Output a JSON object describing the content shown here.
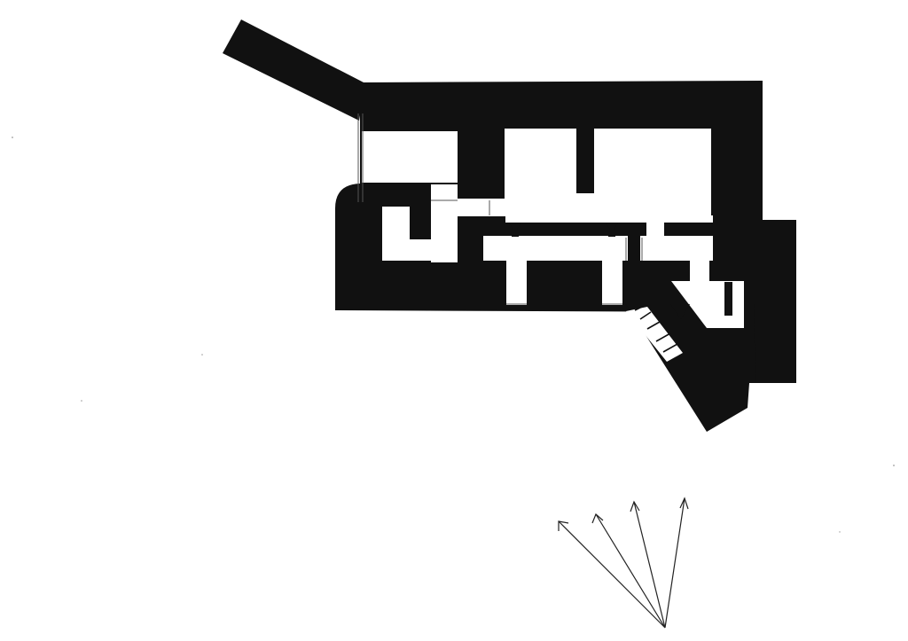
{
  "figure": {
    "type": "architectural-floor-plan",
    "walls_color": "#111111",
    "background_color": "#ffffff",
    "room_count": 13,
    "stair_steps": 4,
    "orientation_arrows": 4
  }
}
